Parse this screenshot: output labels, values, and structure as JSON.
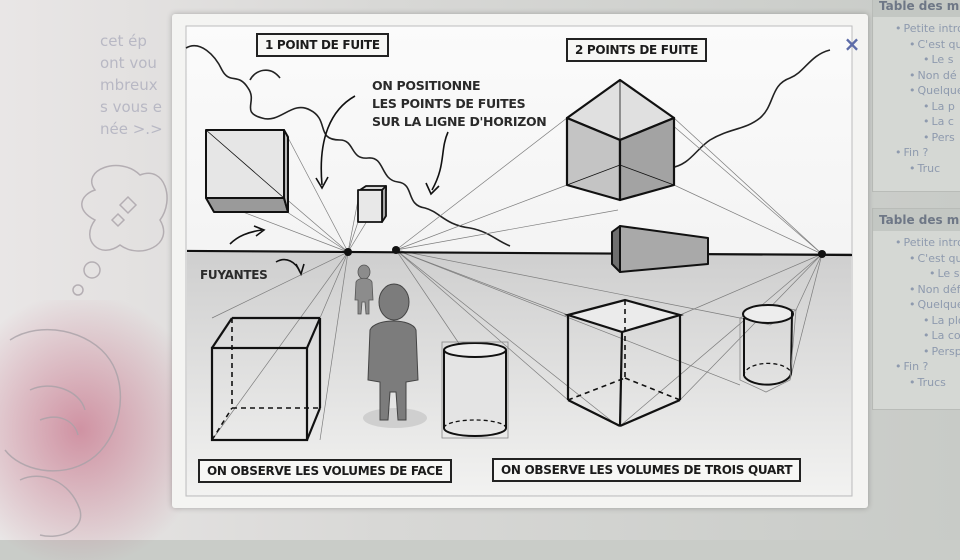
{
  "background": {
    "text_lines": [
      "cet ép",
      "ont vou",
      "mbreux",
      "s vous e",
      "née >.>"
    ]
  },
  "toc_top": {
    "title": "Table des m",
    "items": [
      {
        "label": "Petite intro",
        "level": 0
      },
      {
        "label": "C'est qu",
        "level": 1
      },
      {
        "label": "Le s",
        "level": 2
      },
      {
        "label": "Non dé",
        "level": 1
      },
      {
        "label": "Quelque",
        "level": 1
      },
      {
        "label": "La p",
        "level": 2
      },
      {
        "label": "La c",
        "level": 2
      },
      {
        "label": "Pers",
        "level": 2
      },
      {
        "label": "Fin ?",
        "level": 0
      },
      {
        "label": "Truc",
        "level": 1
      }
    ]
  },
  "toc_bottom": {
    "title": "Table des m",
    "items": [
      {
        "label": "Petite intro",
        "level": 0
      },
      {
        "label": "C'est qu",
        "level": 1
      },
      {
        "label": "Le sa",
        "level": 3
      },
      {
        "label": "Non défi",
        "level": 1
      },
      {
        "label": "Quelque",
        "level": 1
      },
      {
        "label": "La plo",
        "level": 2
      },
      {
        "label": "La co",
        "level": 2
      },
      {
        "label": "Persp",
        "level": 2
      },
      {
        "label": "Fin ?",
        "level": 0
      },
      {
        "label": "Trucs",
        "level": 1
      }
    ]
  },
  "lightbox": {
    "close_symbol": "×",
    "label_one_point": "1 POINT DE FUITE",
    "label_two_points": "2 POINTS DE FUITE",
    "note_lines": [
      "ON POSITIONNE",
      "LES POINTS DE FUITES",
      "SUR LA LIGNE D'HORIZON"
    ],
    "label_fuyantes": "FUYANTES",
    "caption_face": "ON OBSERVE LES VOLUMES DE FACE",
    "caption_trois_quart": "ON OBSERVE LES VOLUMES DE TROIS QUART"
  }
}
